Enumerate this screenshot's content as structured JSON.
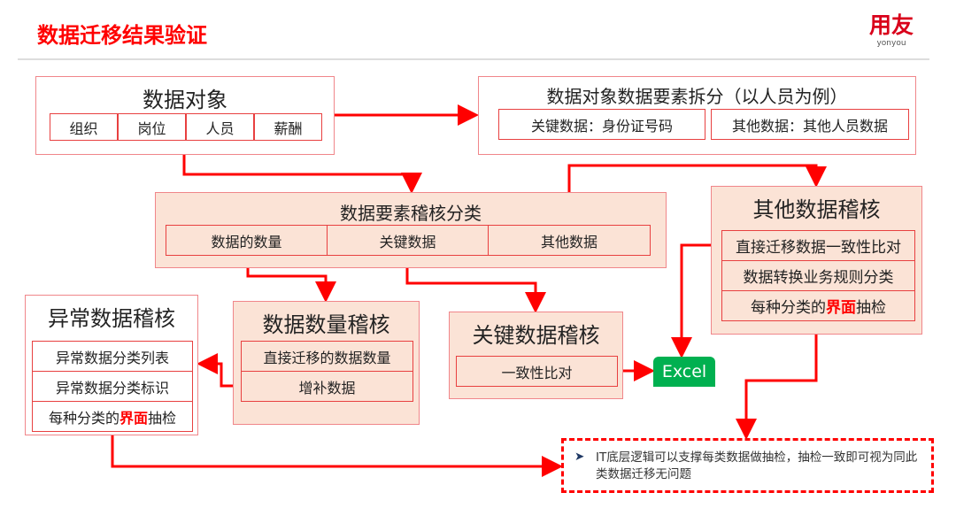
{
  "title": "数据迁移结果验证",
  "logo": {
    "cn": "用友",
    "en": "yonyou"
  },
  "data_object": {
    "title": "数据对象",
    "items": [
      "组织",
      "岗位",
      "人员",
      "薪酬"
    ]
  },
  "split": {
    "title": "数据对象数据要素拆分（以人员为例）",
    "items": [
      "关键数据：身份证号码",
      "其他数据：其他人员数据"
    ]
  },
  "classify": {
    "title": "数据要素稽核分类",
    "items": [
      "数据的数量",
      "关键数据",
      "其他数据"
    ]
  },
  "other_audit": {
    "title": "其他数据稽核",
    "items": [
      "直接迁移数据一致性比对",
      "数据转换业务规则分类"
    ],
    "last_pre": "每种分类的",
    "last_em": "界面",
    "last_post": "抽检"
  },
  "abnormal_audit": {
    "title": "异常数据稽核",
    "items": [
      "异常数据分类列表",
      "异常数据分类标识"
    ],
    "last_pre": "每种分类的",
    "last_em": "界面",
    "last_post": "抽检"
  },
  "count_audit": {
    "title": "数据数量稽核",
    "items": [
      "直接迁移的数据数量",
      "增补数据"
    ]
  },
  "key_audit": {
    "title": "关键数据稽核",
    "items": [
      "一致性比对"
    ]
  },
  "excel": "Excel",
  "note": "IT底层逻辑可以支撑每类数据做抽检，抽检一致即可视为同此类数据迁移无问题",
  "colors": {
    "accent": "#ff0000",
    "peach": "#fbe3d6",
    "excel": "#00b050"
  }
}
